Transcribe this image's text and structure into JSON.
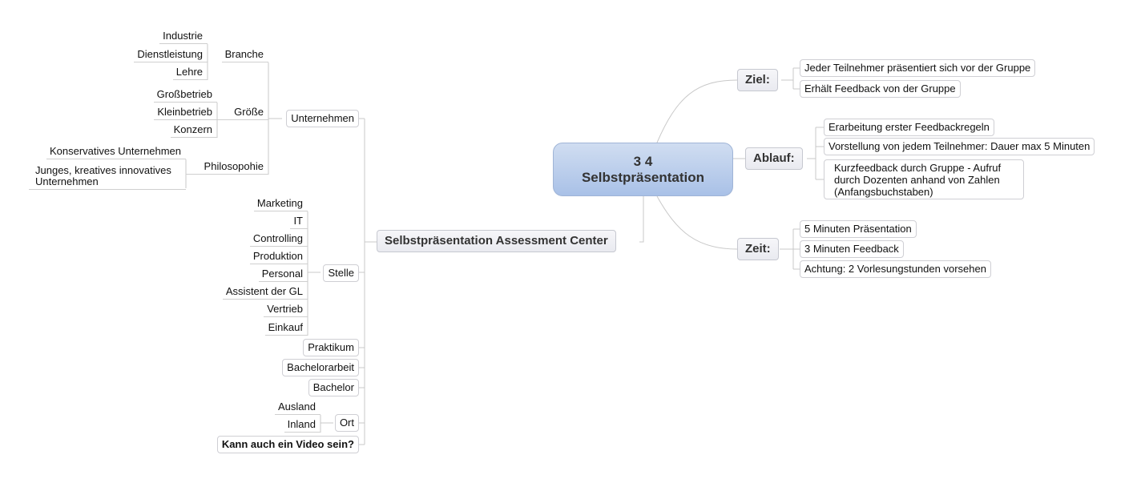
{
  "central": {
    "line1": "3 4",
    "line2": "Selbstpräsentation"
  },
  "right": {
    "ziel": {
      "label": "Ziel:",
      "items": [
        "Jeder Teilnehmer präsentiert sich vor der Gruppe",
        "Erhält Feedback von der Gruppe"
      ]
    },
    "ablauf": {
      "label": "Ablauf:",
      "items": [
        "Erarbeitung erster Feedbackregeln",
        "Vorstellung von jedem Teilnehmer: Dauer max 5 Minuten",
        "Kurzfeedback durch Gruppe - Aufruf durch Dozenten anhand von Zahlen (Anfangsbuchstaben)"
      ]
    },
    "zeit": {
      "label": "Zeit:",
      "items": [
        "5 Minuten Präsentation",
        "3 Minuten Feedback",
        "Achtung: 2 Vorlesungstunden vorsehen"
      ]
    }
  },
  "left": {
    "label": "Selbstpräsentation Assessment Center",
    "unternehmen": {
      "label": "Unternehmen",
      "branche": {
        "label": "Branche",
        "items": [
          "Industrie",
          "Dienstleistung",
          "Lehre"
        ]
      },
      "groesse": {
        "label": "Größe",
        "items": [
          "Großbetrieb",
          "Kleinbetrieb",
          "Konzern"
        ]
      },
      "philosophie": {
        "label": "Philosopohie",
        "items": [
          "Konservatives Unternehmen",
          "Junges, kreatives innovatives Unternehmen"
        ]
      }
    },
    "stelle": {
      "label": "Stelle",
      "items": [
        "Marketing",
        "IT",
        "Controlling",
        "Produktion",
        "Personal",
        "Assistent der GL",
        "Vertrieb",
        "Einkauf"
      ]
    },
    "praktikum": "Praktikum",
    "bachelorarbeit": "Bachelorarbeit",
    "bachelor": "Bachelor",
    "ort": {
      "label": "Ort",
      "items": [
        "Ausland",
        "Inland"
      ]
    },
    "video": "Kann auch ein Video sein?"
  }
}
